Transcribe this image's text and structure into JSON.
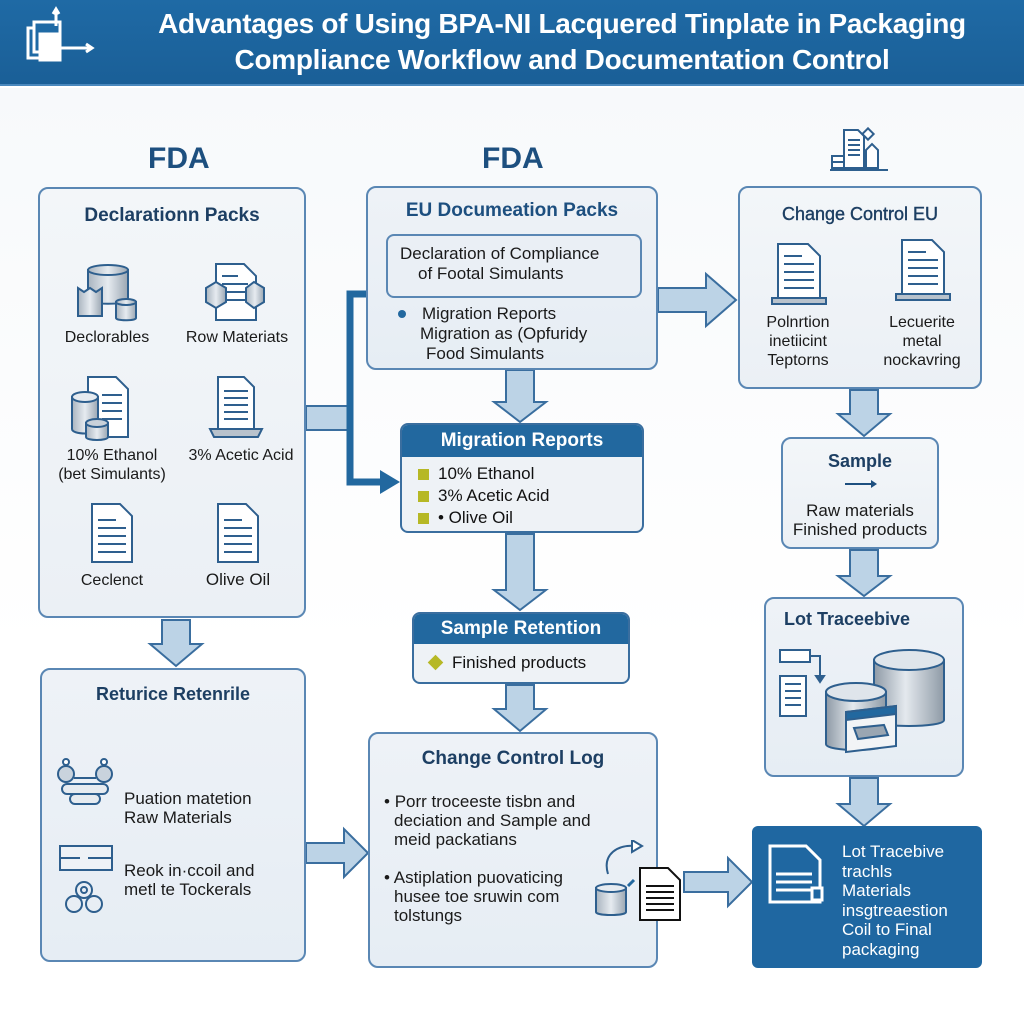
{
  "header": {
    "title_line1": "Advantages of Using BPA-NI Lacquered Tinplate in Packaging",
    "title_line2": "Compliance Workflow and Documentation Control",
    "logo_icon": "workflow-document-icon"
  },
  "columns": {
    "left_heading": "FDA",
    "middle_heading": "FDA",
    "right_heading_icon": "documents-building-icon"
  },
  "declaration_packs": {
    "title": "Declarationn Packs",
    "items": [
      {
        "label": "Declorables",
        "icon": "database-cylinders-icon"
      },
      {
        "label": "Row Materiats",
        "icon": "document-cylinders-icon"
      },
      {
        "label_line1": "10% Ethanol",
        "label_line2": "(bet Simulants)",
        "icon": "roll-document-icon"
      },
      {
        "label": "3% Acetic Acid",
        "icon": "document-tray-icon"
      },
      {
        "label": "Ceclenct",
        "icon": "document-icon"
      },
      {
        "label": "Olive Oil",
        "icon": "document-icon"
      }
    ]
  },
  "eu_documentation": {
    "title": "EU Documeation Packs",
    "inner_line1": "Declaration of Compliance",
    "inner_line2": "of Footal Simulants",
    "bullet_line1": "Migration Reports",
    "bullet_line2": "Migration as (Opfuridy",
    "bullet_line3": "Food Simulants"
  },
  "migration_reports": {
    "title": "Migration Reports",
    "items": [
      "10% Ethanol",
      "3% Acetic Acid",
      "• Olive Oil"
    ],
    "marker_color": "#b6b825"
  },
  "sample_retention": {
    "title": "Sample Retention",
    "item": "Finished products"
  },
  "change_control_eu": {
    "title": "Change Control EU",
    "left_line1": "Polnrtion",
    "left_line2": "inetiicint",
    "left_line3": "Teptorns",
    "right_line1": "Lecuerite",
    "right_line2": "metal",
    "right_line3": "nockavring"
  },
  "sample": {
    "title": "Sample",
    "line1": "Raw materials",
    "line2": "Finished products"
  },
  "lot_traceability": {
    "title": "Lot Traceebive"
  },
  "resource_retention": {
    "title": "Returice Retenrile",
    "item1_line1": "Puation matetion",
    "item1_line2": "Raw Materials",
    "item2_line1": "Reok in·ccoil and",
    "item2_line2": "metl te Tockerals"
  },
  "change_control_log": {
    "title": "Change Control Log",
    "bullet1_line1": "Porr troceeste tisbn and",
    "bullet1_line2": "deciation and Sample and",
    "bullet1_line3": "meid packatians",
    "bullet2_line1": "Astiplation puovaticing",
    "bullet2_line2": "husee toe sruwin com",
    "bullet2_line3": "tolstungs"
  },
  "lot_trace_final": {
    "line1": "Lot Tracebive",
    "line2": "trachls",
    "line3": "Materials",
    "line4": "insgtreaestion",
    "line5": "Coil to Final",
    "line6": "packaging"
  },
  "colors": {
    "header_blue": "#1f6aa5",
    "box_border": "#5a87b4",
    "arrow_fill": "#bcd3e6",
    "dark_arrow": "#22689f",
    "accent_olive": "#b6b825"
  }
}
